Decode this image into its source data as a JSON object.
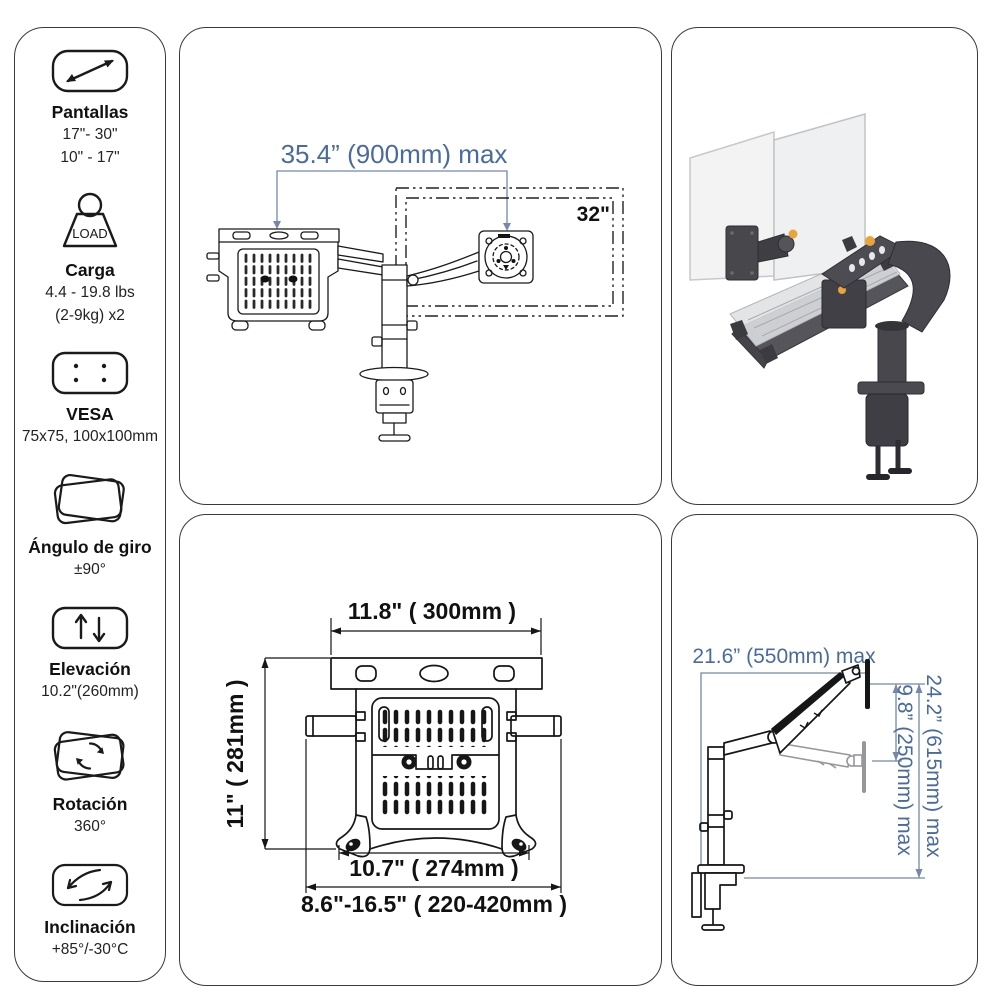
{
  "colors": {
    "dim_blue": "#4a6b9e",
    "line_black": "#1a1a1a",
    "panel_border": "#3a3a3a",
    "accent_orange": "#e9a43c",
    "arm_gray": "#4a4a4f"
  },
  "sidebar": {
    "sections": [
      {
        "title": "Pantallas",
        "lines": [
          "17\"- 30\"",
          "10\" - 17\""
        ]
      },
      {
        "title": "Carga",
        "icon_label": "LOAD",
        "lines": [
          "4.4 - 19.8 lbs",
          "(2-9kg) x2"
        ]
      },
      {
        "title": "VESA",
        "lines": [
          "75x75, 100x100mm"
        ]
      },
      {
        "title": "Ángulo de giro",
        "lines": [
          "±90°"
        ]
      },
      {
        "title": "Elevación",
        "lines": [
          "10.2\"(260mm)"
        ]
      },
      {
        "title": "Rotación",
        "lines": [
          "360°"
        ]
      },
      {
        "title": "Inclinación",
        "lines": [
          "+85°/-30°C"
        ]
      }
    ]
  },
  "panels": {
    "reach_diagram": {
      "dim_width": "35.4” (900mm) max",
      "monitor_size": "32\""
    },
    "tray_diagram": {
      "dim_top": "11.8\" ( 300mm )",
      "dim_side": "11\" ( 281mm )",
      "dim_feet": "10.7\" ( 274mm )",
      "dim_range": "8.6\"-16.5\" ( 220-420mm )"
    },
    "height_diagram": {
      "dim_reach": "21.6” (550mm) max",
      "dim_total": "24.2” (615mm) max",
      "dim_lower": "9.8” (250mm) max"
    }
  }
}
